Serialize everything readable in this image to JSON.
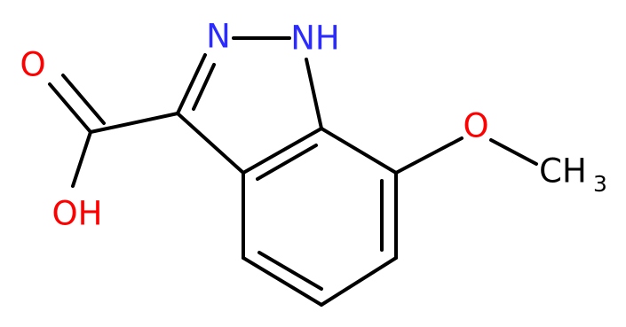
{
  "atoms": {
    "n2": {
      "text": "N",
      "color": "#2b2bff"
    },
    "n1h": {
      "text": "NH",
      "color": "#2b2bff"
    },
    "o_carbonyl": {
      "text": "O",
      "color": "#ff0000"
    },
    "oh": {
      "text": "OH",
      "color": "#ff0000"
    },
    "o_methoxy": {
      "text": "O",
      "color": "#ff0000"
    },
    "ch3": {
      "text": "CH",
      "subscript": "3",
      "color": "#000000"
    }
  },
  "colors": {
    "bond": "#000000",
    "nitrogen": "#2b2bff",
    "oxygen": "#ff0000",
    "carbon": "#000000"
  }
}
